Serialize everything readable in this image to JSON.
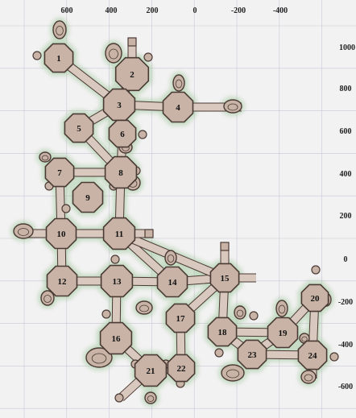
{
  "axes": {
    "x_ticks": [
      "600",
      "400",
      "200",
      "0",
      "-200",
      "-400"
    ],
    "y_ticks": [
      "1000",
      "800",
      "600",
      "400",
      "200",
      "0",
      "-200",
      "-400",
      "-600"
    ]
  },
  "rooms": [
    "1",
    "2",
    "3",
    "4",
    "5",
    "6",
    "7",
    "8",
    "9",
    "10",
    "11",
    "12",
    "13",
    "14",
    "15",
    "16",
    "17",
    "18",
    "19",
    "20",
    "21",
    "22",
    "23",
    "24"
  ],
  "colors": {
    "room_fill": "#c8b3a6",
    "room_stroke": "#4a3a34",
    "corridor_fill": "#d9c8bd",
    "glow": "#9ec79a",
    "grid": "#c9c6d6",
    "paper": "#f3f2f3"
  }
}
